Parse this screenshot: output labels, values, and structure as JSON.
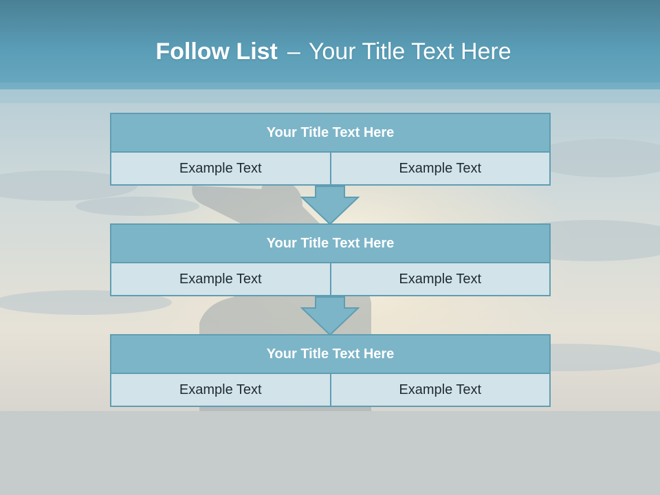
{
  "slide": {
    "title_bold": "Follow List",
    "title_separator": "–",
    "title_rest": "Your Title Text Here"
  },
  "steps": [
    {
      "title": "Your Title Text Here",
      "cells": [
        "Example Text",
        "Example Text"
      ]
    },
    {
      "title": "Your Title Text Here",
      "cells": [
        "Example Text",
        "Example Text"
      ]
    },
    {
      "title": "Your Title Text Here",
      "cells": [
        "Example Text",
        "Example Text"
      ]
    }
  ],
  "colors": {
    "header_fill": "#7db5c8",
    "header_border": "#5f9db1",
    "cell_fill": "#d2e3ea",
    "arrow_fill": "#7db5c8",
    "sky_top": "#4c8fa8",
    "ground": "#c7cccc"
  }
}
